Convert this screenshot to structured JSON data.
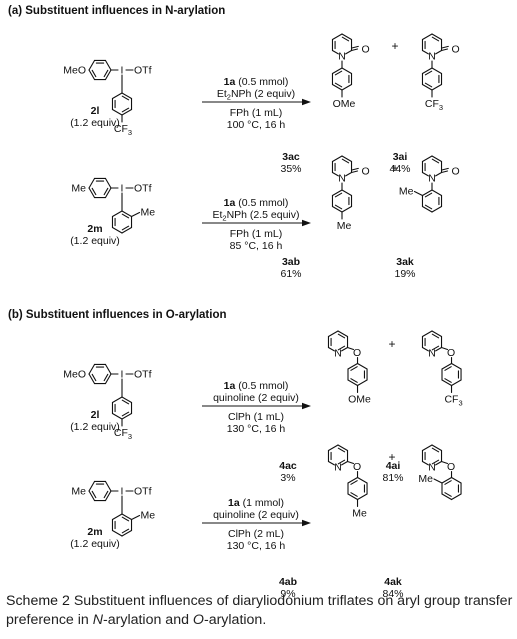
{
  "sections": [
    {
      "header": "(a) Substituent influences in N-arylation",
      "rows": [
        {
          "reagent_substituent": "MeO",
          "reagent_iodine_label": "I",
          "reagent_counterion": "OTf",
          "reagent_lower_group": "CF3",
          "reagent_lower_type": "para",
          "reagent_name": "2l",
          "reagent_equiv": "(1.2 equiv)",
          "cond1_bold": "1a",
          "cond1_rest": " (0.5 mmol)",
          "cond2_prefix": "Et",
          "cond2_sub": "2",
          "cond2_rest": "NPh (2 equiv)",
          "cond3": "FPh (1 mL)",
          "cond4": "100 °C, 16 h",
          "products": [
            {
              "type": "pyridone",
              "substituent": "OMe",
              "sub_type": "para",
              "name": "3ac",
              "yield": "35%"
            },
            {
              "type": "pyridone",
              "substituent": "CF3",
              "sub_type": "para",
              "name": "3ai",
              "yield": "44%"
            }
          ]
        },
        {
          "reagent_substituent": "Me",
          "reagent_iodine_label": "I",
          "reagent_counterion": "OTf",
          "reagent_lower_group": "Me",
          "reagent_lower_type": "ortho",
          "reagent_name": "2m",
          "reagent_equiv": "(1.2 equiv)",
          "cond1_bold": "1a",
          "cond1_rest": " (0.5 mmol)",
          "cond2_prefix": "Et",
          "cond2_sub": "2",
          "cond2_rest": "NPh (2.5 equiv)",
          "cond3": "FPh (1 mL)",
          "cond4": "85 °C, 16 h",
          "products": [
            {
              "type": "pyridone",
              "substituent": "Me",
              "sub_type": "para",
              "name": "3ab",
              "yield": "61%"
            },
            {
              "type": "pyridone",
              "substituent": "Me",
              "sub_type": "ortho",
              "name": "3ak",
              "yield": "19%"
            }
          ]
        }
      ]
    },
    {
      "header": "(b) Substituent influences in O-arylation",
      "rows": [
        {
          "reagent_substituent": "MeO",
          "reagent_iodine_label": "I",
          "reagent_counterion": "OTf",
          "reagent_lower_group": "CF3",
          "reagent_lower_type": "para",
          "reagent_name": "2l",
          "reagent_equiv": "(1.2 equiv)",
          "cond1_bold": "1a",
          "cond1_rest": " (0.5 mmol)",
          "cond2_prefix": "quinoline (2 equiv)",
          "cond2_sub": "",
          "cond2_rest": "",
          "cond3": "ClPh (1 mL)",
          "cond4": "130 °C, 16 h",
          "products": [
            {
              "type": "pyridyl_ether",
              "substituent": "OMe",
              "sub_type": "para",
              "name": "4ac",
              "yield": "3%"
            },
            {
              "type": "pyridyl_ether",
              "substituent": "CF3",
              "sub_type": "para",
              "name": "4ai",
              "yield": "81%"
            }
          ]
        },
        {
          "reagent_substituent": "Me",
          "reagent_iodine_label": "I",
          "reagent_counterion": "OTf",
          "reagent_lower_group": "Me",
          "reagent_lower_type": "ortho",
          "reagent_name": "2m",
          "reagent_equiv": "(1.2 equiv)",
          "cond1_bold": "1a",
          "cond1_rest": " (1 mmol)",
          "cond2_prefix": "quinoline (2 equiv)",
          "cond2_sub": "",
          "cond2_rest": "",
          "cond3": "ClPh (2 mL)",
          "cond4": "130 °C, 16 h",
          "products": [
            {
              "type": "pyridyl_ether",
              "substituent": "Me",
              "sub_type": "para",
              "name": "4ab",
              "yield": "9%"
            },
            {
              "type": "pyridyl_ether",
              "substituent": "Me",
              "sub_type": "ortho",
              "name": "4ak",
              "yield": "84%"
            }
          ]
        }
      ]
    }
  ],
  "plus_sign": "+",
  "ring_atoms": {
    "nitrogen": "N",
    "oxygen": "O"
  },
  "caption": {
    "title": "Scheme 2",
    "text_1": "  Substituent influences of diaryliodonium triflates on aryl group transfer preference in ",
    "em_1": "N",
    "text_2": "-arylation and ",
    "em_2": "O",
    "text_3": "-arylation."
  }
}
